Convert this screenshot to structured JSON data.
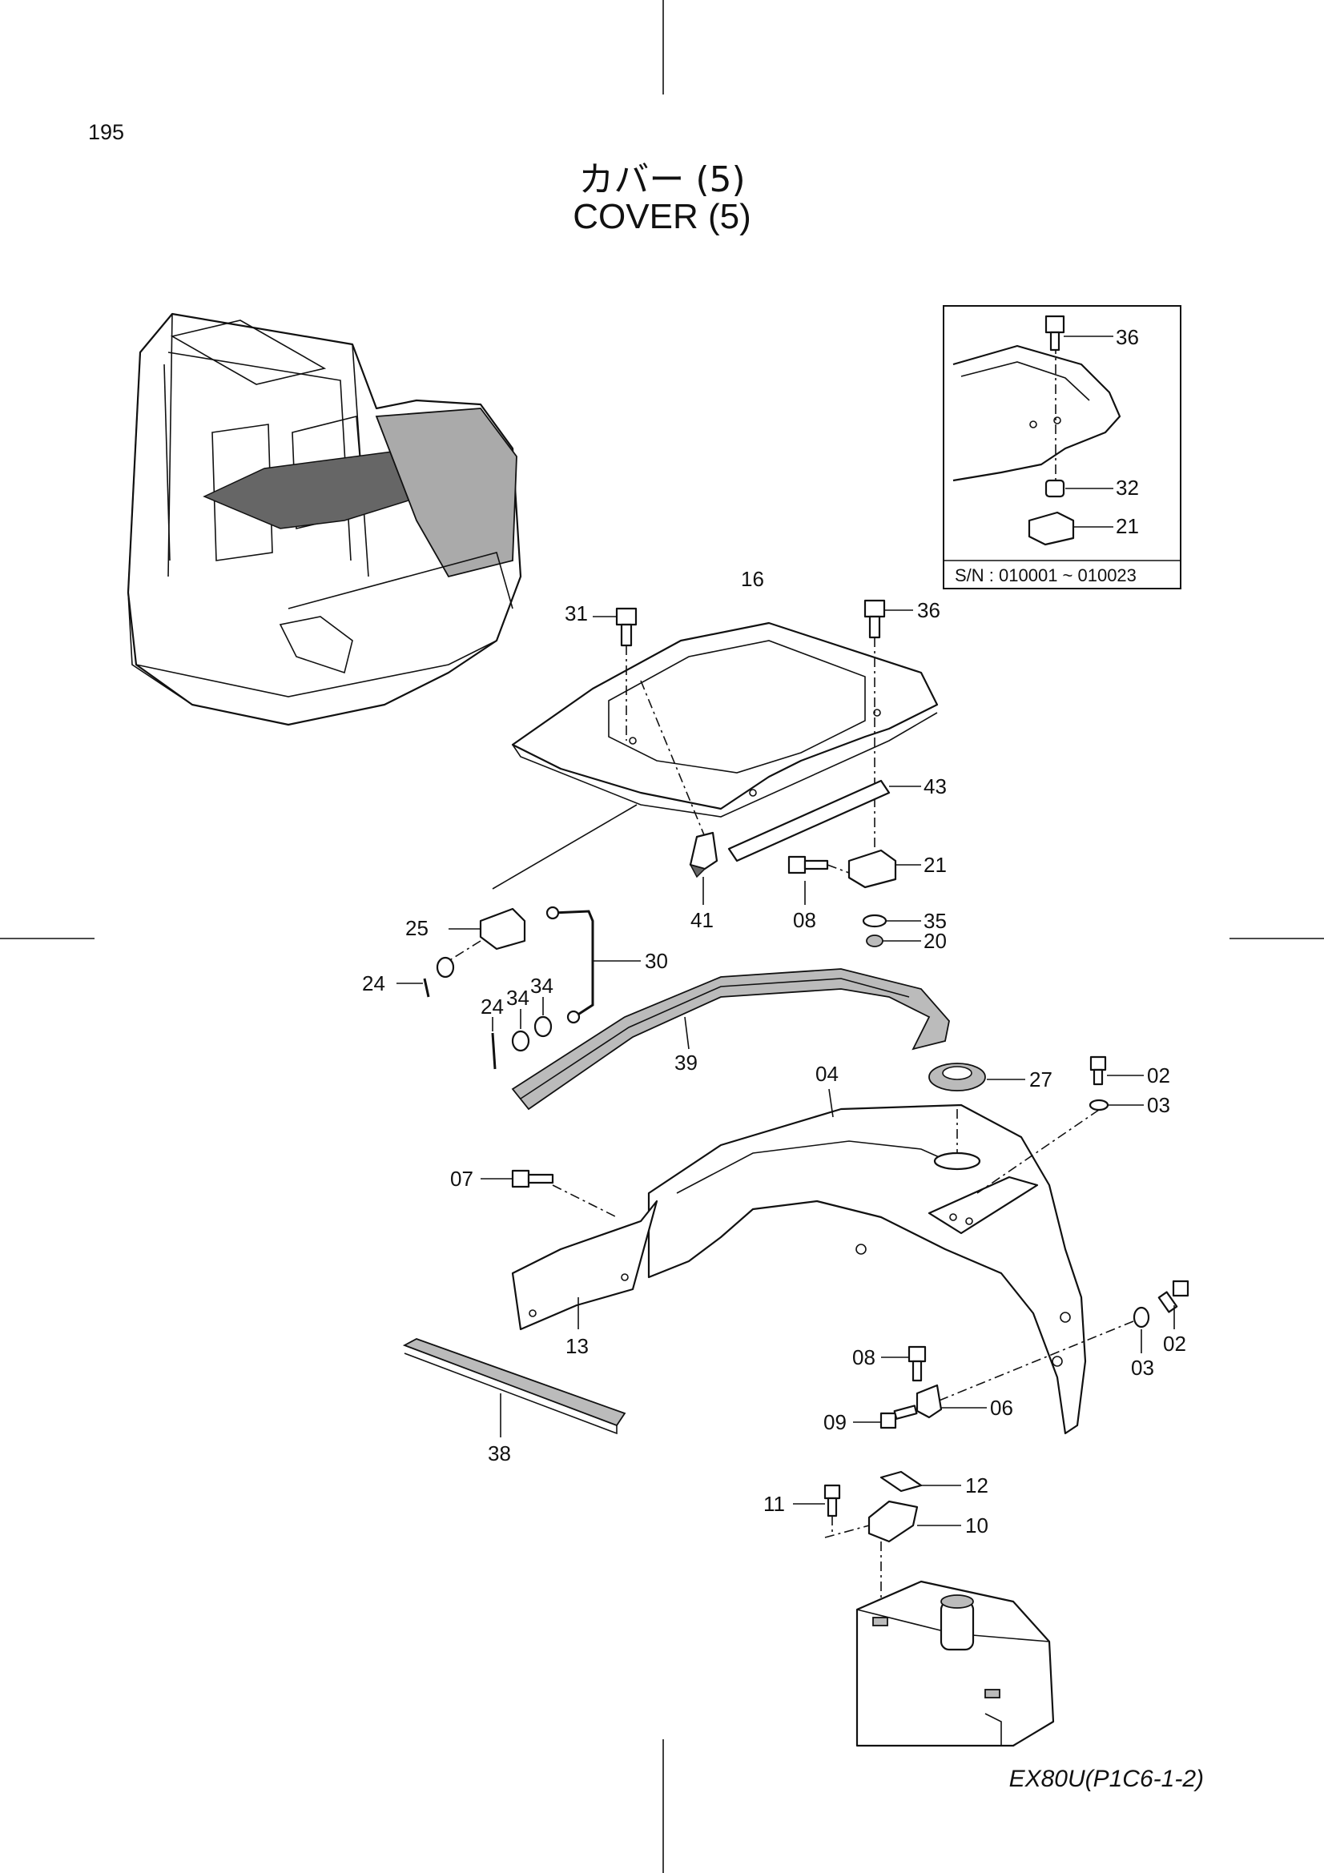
{
  "page": {
    "number": "195",
    "title_jp": "カバー (5)",
    "title_en": "COVER (5)",
    "model_code": "EX80U(P1C6-1-2)"
  },
  "inset": {
    "serial_range": "S/N : 010001 ~ 010023",
    "callouts": {
      "c36": "36",
      "c32": "32",
      "c21": "21"
    }
  },
  "callouts": {
    "p16": "16",
    "p31": "31",
    "p36": "36",
    "p43": "43",
    "p21": "21",
    "p41": "41",
    "p08a": "08",
    "p35": "35",
    "p20": "20",
    "p25": "25",
    "p30": "30",
    "p24a": "24",
    "p24b": "24",
    "p34a": "34",
    "p34b": "34",
    "p39": "39",
    "p04": "04",
    "p27": "27",
    "p02a": "02",
    "p03a": "03",
    "p07": "07",
    "p13": "13",
    "p02b": "02",
    "p03b": "03",
    "p08b": "08",
    "p06": "06",
    "p09": "09",
    "p38": "38",
    "p12": "12",
    "p11": "11",
    "p10": "10"
  }
}
